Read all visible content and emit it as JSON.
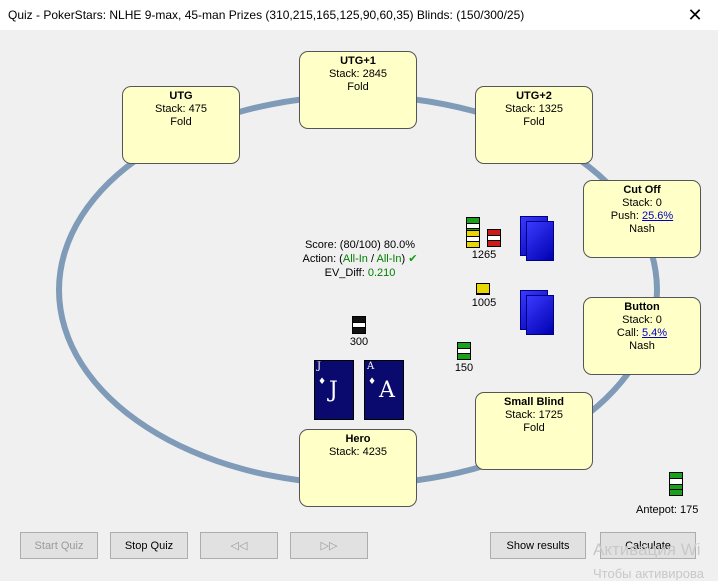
{
  "window": {
    "title": "Quiz - PokerStars: NLHE 9-max, 45-man Prizes (310,215,165,125,90,60,35) Blinds: (150/300/25)",
    "close_glyph": "✕"
  },
  "seats": {
    "utg1": {
      "name": "UTG+1",
      "stack": "Stack: 2845",
      "action": "Fold"
    },
    "utg": {
      "name": "UTG",
      "stack": "Stack: 475",
      "action": "Fold"
    },
    "utg2": {
      "name": "UTG+2",
      "stack": "Stack: 1325",
      "action": "Fold"
    },
    "cutoff": {
      "name": "Cut Off",
      "stack": "Stack: 0",
      "action_prefix": "Push: ",
      "action_value": "25.6%",
      "note": "Nash"
    },
    "button": {
      "name": "Button",
      "stack": "Stack: 0",
      "action_prefix": "Call: ",
      "action_value": "5.4%",
      "note": "Nash"
    },
    "small_blind": {
      "name": "Small Blind",
      "stack": "Stack: 1725",
      "action": "Fold"
    },
    "hero": {
      "name": "Hero",
      "stack": "Stack: 4235"
    }
  },
  "bets": {
    "cutoff_bet": "1265",
    "button_bet": "1005",
    "sb_bet": "150",
    "hero_bet": "300"
  },
  "antepot": {
    "label": "Antepot: 175"
  },
  "score": {
    "score_text": "Score: (80/100) 80.0%",
    "action_prefix": "Action: (",
    "action_a": "All-In",
    "action_sep": " / ",
    "action_b": "All-In",
    "action_suffix": ")",
    "ev_label": "EV_Diff: ",
    "ev_value": "0.210"
  },
  "hero_cards": [
    {
      "rank": "J"
    },
    {
      "rank": "A"
    }
  ],
  "buttons": {
    "start_quiz": "Start Quiz",
    "stop_quiz": "Stop Quiz",
    "prev": "◁◁",
    "next": "▷▷",
    "show_results": "Show results",
    "calculate": "Calculate"
  },
  "watermark": {
    "line1": "Активация Wi",
    "line2": "Чтобы активирова"
  },
  "colors": {
    "seat_fill": "#ffffc8",
    "table_rim": "#7f9bb8",
    "link": "#0000cc",
    "ok_green": "#008000"
  }
}
